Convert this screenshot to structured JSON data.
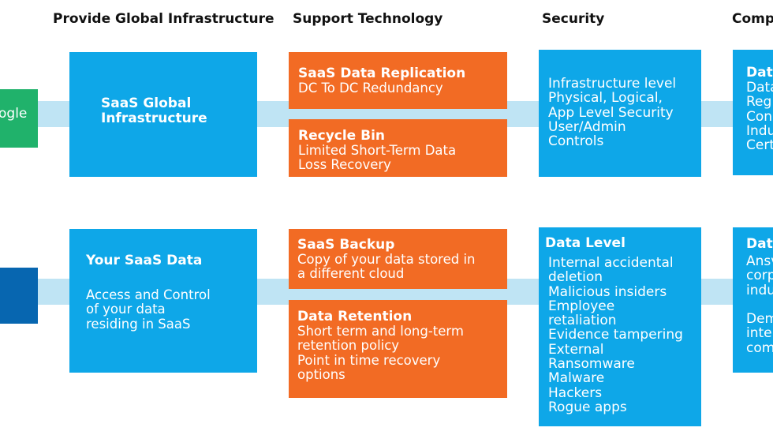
{
  "headers": {
    "col1": "Provide Global Infrastructure",
    "col2": "Support Technology",
    "col3": "Security",
    "col4": "Comp"
  },
  "row1": {
    "left_label": "ogle",
    "infra_title": "SaaS Global\nInfrastructure",
    "replication": {
      "title": "SaaS Data Replication",
      "text": "DC To DC Redundancy"
    },
    "recycle": {
      "title": "Recycle Bin",
      "text": "Limited Short-Term Data\nLoss Recovery"
    },
    "security_lines": [
      "Infrastructure level",
      "Physical, Logical,",
      "App Level Security",
      "User/Admin",
      "Controls"
    ],
    "compliance": {
      "title": "Dat",
      "lines": [
        "Data",
        "Reg",
        "Con",
        "Indu",
        "Cert"
      ]
    }
  },
  "row2": {
    "data_title": "Your SaaS Data",
    "data_text": "Access and Control\nof your data\nresiding in SaaS",
    "backup": {
      "title": "SaaS Backup",
      "text": "Copy of your data stored in\na different cloud"
    },
    "retention": {
      "title": "Data Retention",
      "text": "Short term and long-term\nretention policy\nPoint in time recovery\noptions"
    },
    "security_title": "Data Level",
    "security_lines": [
      "Internal accidental",
      "deletion",
      "Malicious insiders",
      "Employee",
      "retaliation",
      "Evidence tampering",
      "External",
      "Ransomware",
      "Malware",
      "Hackers",
      "Rogue apps"
    ],
    "compliance": {
      "title": "Dat",
      "lines": [
        "Ansv",
        "corp",
        "indu",
        "",
        "Dem",
        "inter",
        "com"
      ]
    }
  },
  "colors": {
    "blue": "#0ea7e8",
    "orange": "#f26b24",
    "green": "#20b26b",
    "dark_blue": "#0766b0",
    "band": "#bfe4f4"
  }
}
